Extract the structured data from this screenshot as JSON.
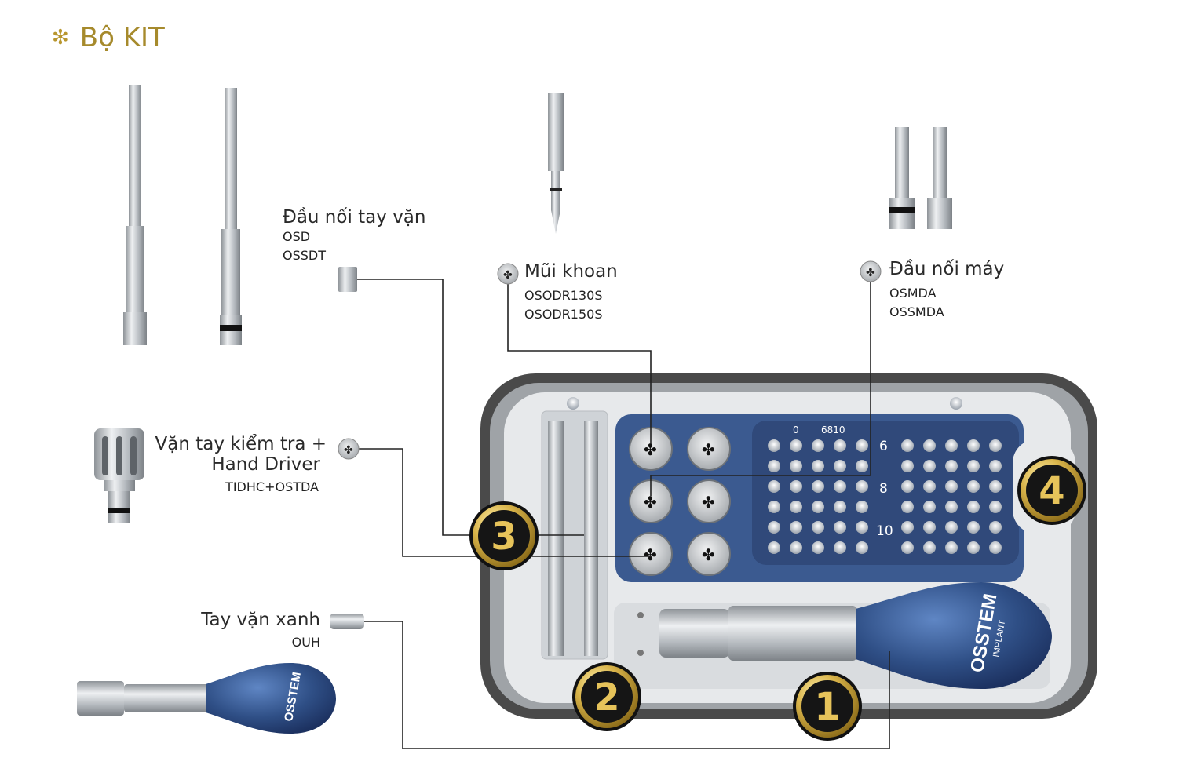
{
  "title": "Bộ KIT",
  "labels": {
    "handle_connector": {
      "name": "Đầu nối tay vặn",
      "codes": [
        "OSD",
        "OSSDT"
      ]
    },
    "drill": {
      "name": "Mũi khoan",
      "codes": [
        "OSODR130S",
        "OSODR150S"
      ]
    },
    "machine_connector": {
      "name": "Đầu nối máy",
      "codes": [
        "OSMDA",
        "OSSMDA"
      ]
    },
    "torque_driver": {
      "name_line1": "Vặn tay kiểm tra +",
      "name_line2": "Hand Driver",
      "codes": [
        "TIDHC+OSTDA"
      ]
    },
    "blue_driver": {
      "name": "Tay vặn xanh",
      "codes": [
        "OUH"
      ]
    }
  },
  "numbers": [
    "1",
    "2",
    "3",
    "4"
  ],
  "depth_marks": {
    "top": "6810",
    "zero": "0",
    "six": "6",
    "eight": "8",
    "ten": "10"
  },
  "brand": {
    "name": "OSSTEM",
    "sub": "IMPLANT"
  },
  "colors": {
    "gold": "#a68a2c",
    "tray": "#4a4a4a",
    "blue": "#2f4f86",
    "steel": "#bfc3c7"
  }
}
